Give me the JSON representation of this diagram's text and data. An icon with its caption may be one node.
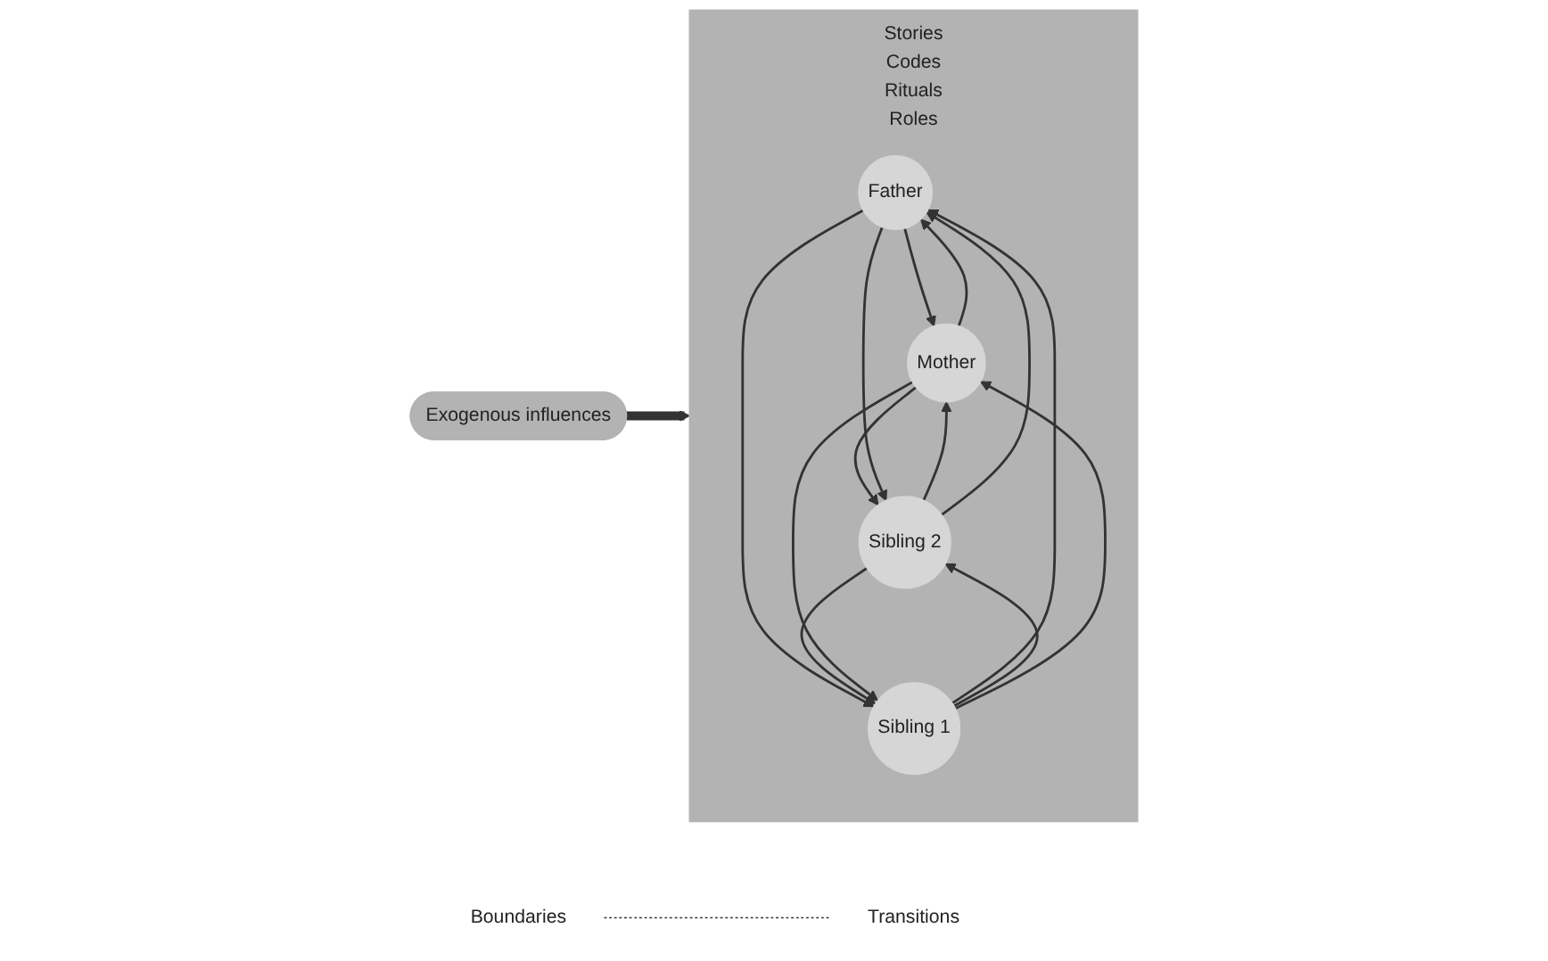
{
  "diagram": {
    "nodes": [
      {
        "text": [
          "Stories",
          "Codes",
          "Rituals",
          "Roles"
        ]
      },
      {
        "text": [
          "Father"
        ],
        "in": 0
      },
      {
        "text": [
          "Mother"
        ],
        "in": 0
      },
      {
        "text": [
          "Sibling 1"
        ],
        "in": 0
      },
      {
        "text": [
          "Sibling 2"
        ],
        "in": 0
      },
      {
        "text": [
          "Exogenous influences"
        ]
      },
      {
        "text": [
          "Boundaries"
        ]
      },
      {
        "text": [
          "Transitions"
        ]
      }
    ],
    "edges": [
      {
        "from": 1,
        "to": 2,
        "arrow": "to"
      },
      {
        "from": 2,
        "to": 1,
        "arrow": "to"
      },
      {
        "from": 1,
        "to": 3,
        "arrow": "to"
      },
      {
        "from": 3,
        "to": 1,
        "arrow": "to"
      },
      {
        "from": 2,
        "to": 4,
        "arrow": "to"
      },
      {
        "from": 4,
        "to": 2,
        "arrow": "to"
      },
      {
        "from": 3,
        "to": 4,
        "arrow": "to"
      },
      {
        "from": 4,
        "to": 3,
        "arrow": "to"
      },
      {
        "from": 1,
        "to": 4,
        "arrow": "to"
      },
      {
        "from": 4,
        "to": 1,
        "arrow": "to"
      },
      {
        "from": 2,
        "to": 3,
        "arrow": "to"
      },
      {
        "from": 3,
        "to": 2,
        "arrow": "to"
      },
      {
        "from": 5,
        "to": 0,
        "arrow": "to",
        "style": "thick"
      },
      {
        "from": 6,
        "to": 7,
        "arrow": "none",
        "style": "dashed"
      }
    ]
  }
}
